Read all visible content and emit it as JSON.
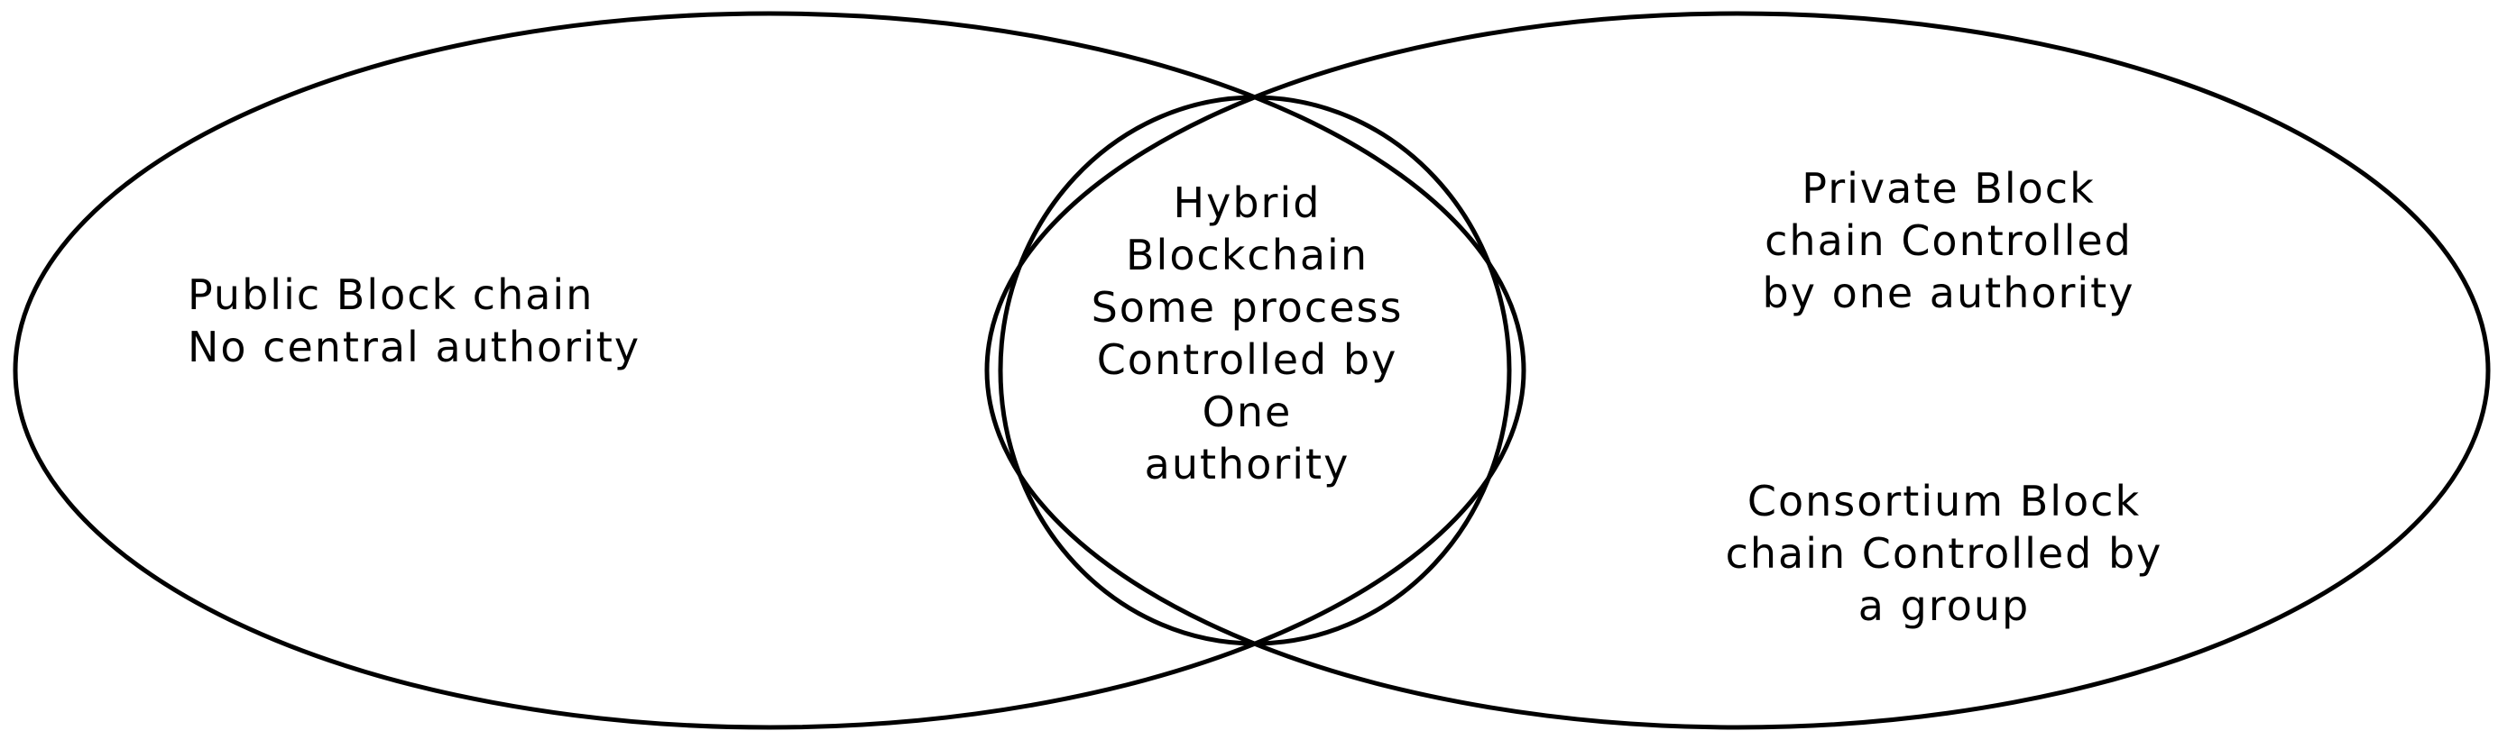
{
  "diagram": {
    "type": "venn",
    "stroke_color": "#000000",
    "background": "#ffffff",
    "regions": {
      "public": {
        "lines": [
          "Public Block chain",
          "No central authority"
        ]
      },
      "hybrid": {
        "lines": [
          "Hybrid",
          "Blockchain",
          "Some process",
          "Controlled by",
          "One",
          "authority"
        ]
      },
      "private": {
        "lines": [
          "Private Block",
          "chain Controlled",
          "by one authority"
        ]
      },
      "consortium": {
        "lines": [
          "Consortium Block",
          "chain Controlled by",
          "a group"
        ]
      }
    }
  }
}
